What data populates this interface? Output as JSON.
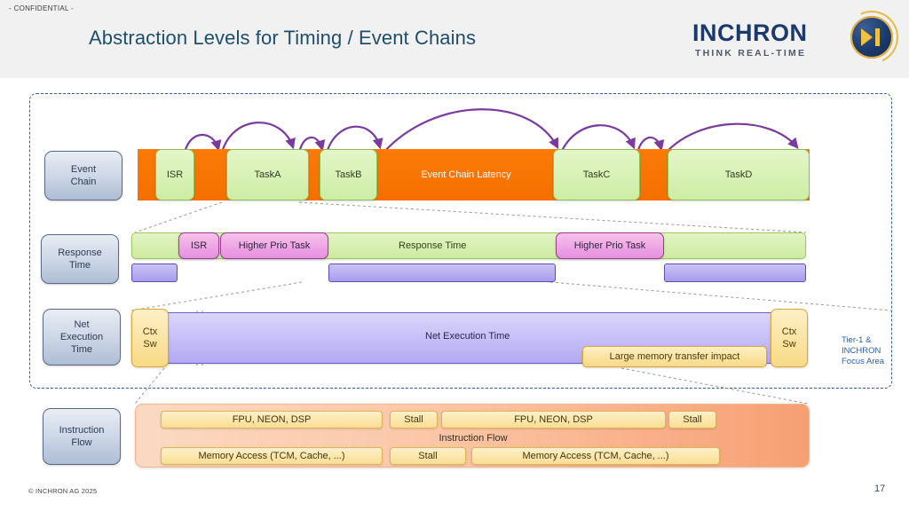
{
  "header": {
    "confidential": "- CONFIDENTIAL -",
    "title": "Abstraction Levels for Timing / Event Chains",
    "logo_word": "INCHRON",
    "logo_tagline": "THINK REAL-TIME"
  },
  "focus_note": "Tier-1 & INCHRON Focus Area",
  "rows": {
    "event_chain": {
      "label": "Event\nChain",
      "label_line1": "Event",
      "label_line2": "Chain",
      "segments": [
        {
          "text": "ISR",
          "kind": "task"
        },
        {
          "text": "TaskA",
          "kind": "task"
        },
        {
          "text": "TaskB",
          "kind": "task"
        },
        {
          "text": "Event Chain Latency",
          "kind": "latency"
        },
        {
          "text": "TaskC",
          "kind": "task"
        },
        {
          "text": "TaskD",
          "kind": "task"
        }
      ]
    },
    "response_time": {
      "label_line1": "Response",
      "label_line2": "Time",
      "segments": [
        {
          "text": "ISR",
          "kind": "interrupt"
        },
        {
          "text": "Higher Prio Task",
          "kind": "preempt"
        },
        {
          "text": "Response Time",
          "kind": "base"
        },
        {
          "text": "Higher Prio Task",
          "kind": "preempt"
        }
      ]
    },
    "net_execution_time": {
      "label_line1": "Net",
      "label_line2": "Execution",
      "label_line3": "Time",
      "segments": [
        {
          "text": "Ctx Sw",
          "line1": "Ctx",
          "line2": "Sw",
          "kind": "ctxsw"
        },
        {
          "text": "Net Execution Time",
          "kind": "base"
        },
        {
          "text": "Large memory transfer impact",
          "kind": "callout"
        },
        {
          "text": "Ctx Sw",
          "line1": "Ctx",
          "line2": "Sw",
          "kind": "ctxsw"
        }
      ]
    },
    "instruction_flow": {
      "label_line1": "Instruction",
      "label_line2": "Flow",
      "title": "Instruction Flow",
      "top_segments": [
        {
          "text": "FPU, NEON, DSP"
        },
        {
          "text": "Stall"
        },
        {
          "text": "FPU, NEON, DSP"
        },
        {
          "text": "Stall"
        }
      ],
      "bottom_segments": [
        {
          "text": "Memory Access (TCM, Cache, ...)"
        },
        {
          "text": "Stall"
        },
        {
          "text": "Memory Access (TCM, Cache, ...)"
        }
      ]
    }
  },
  "footer": {
    "copyright": "© INCHRON AG 2025",
    "page_number": "17"
  },
  "colors": {
    "title": "#1f4e6b",
    "orange": "#f97606",
    "green": "#cdeda4",
    "magenta": "#e78fe0",
    "purple": "#b3a9f2",
    "yellow": "#f8da86",
    "salmon": "#f79f73",
    "arrow": "#7a3a9e",
    "frame": "#2f5fa8",
    "brand": "#1b3a6b"
  }
}
